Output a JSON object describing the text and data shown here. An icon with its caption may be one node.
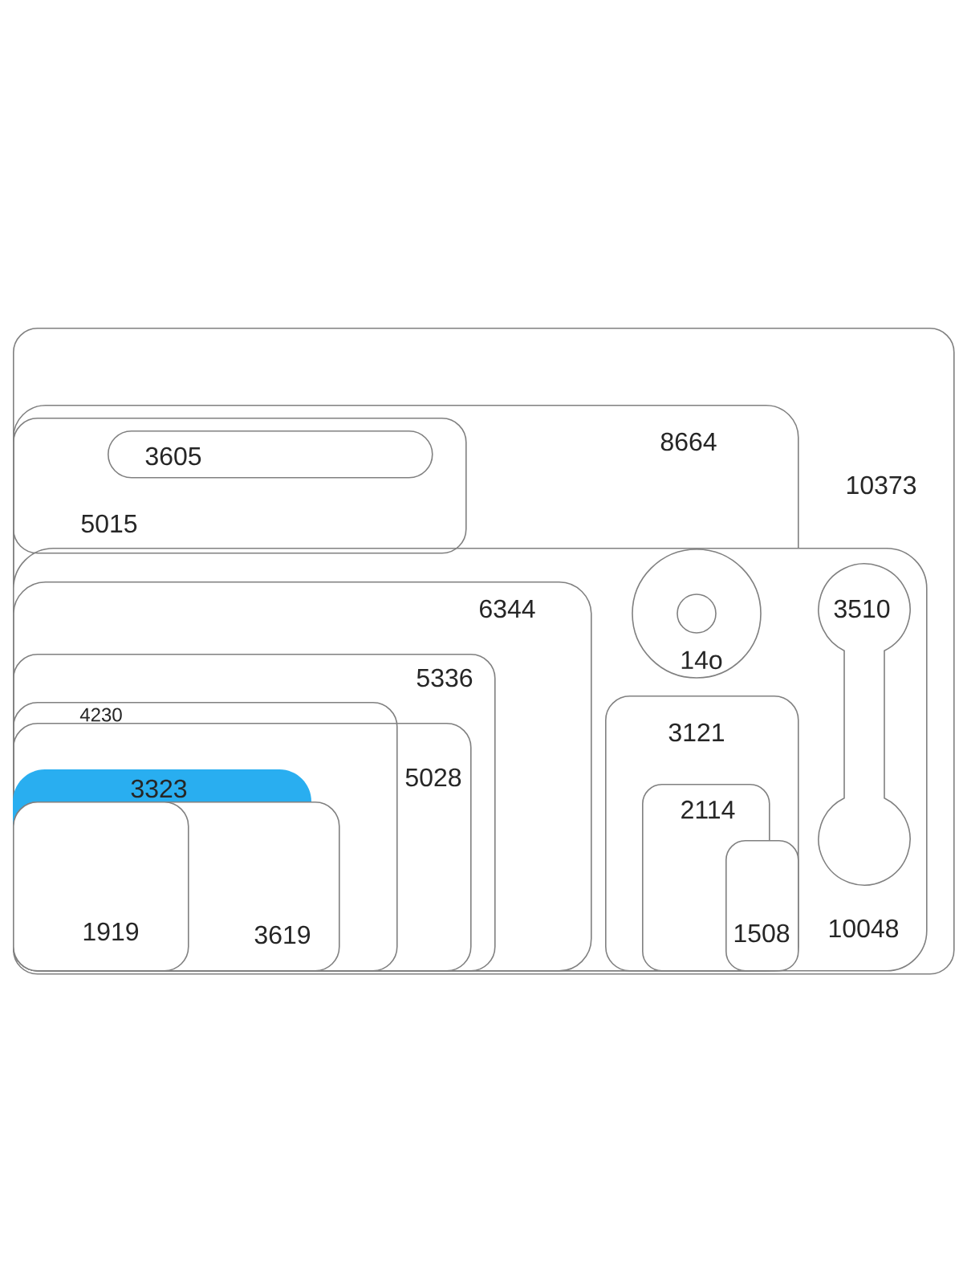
{
  "diagram": {
    "nodes": [
      {
        "text": [
          "10373"
        ]
      },
      {
        "text": [
          "8664"
        ],
        "in": 0
      },
      {
        "text": [
          "5015"
        ],
        "in": 1
      },
      {
        "text": [
          "3605"
        ],
        "in": 2
      },
      {
        "text": [
          "10048"
        ],
        "in": 0
      },
      {
        "text": [
          "6344"
        ],
        "in": 4
      },
      {
        "text": [
          "5336"
        ],
        "in": 5
      },
      {
        "text": [
          "4230"
        ],
        "in": 6
      },
      {
        "text": [
          "5028"
        ],
        "in": 6
      },
      {
        "text": [
          "3323"
        ],
        "in": 7
      },
      {
        "text": [
          "3619"
        ],
        "in": 7
      },
      {
        "text": [
          "1919"
        ],
        "in": 10
      },
      {
        "text": [
          "14o"
        ],
        "in": 4
      },
      {
        "text": [
          "3510"
        ],
        "in": 4
      },
      {
        "text": [
          "3121"
        ],
        "in": 4
      },
      {
        "text": [
          "2114"
        ],
        "in": 14
      },
      {
        "text": [
          "1508"
        ],
        "in": 14
      }
    ]
  }
}
